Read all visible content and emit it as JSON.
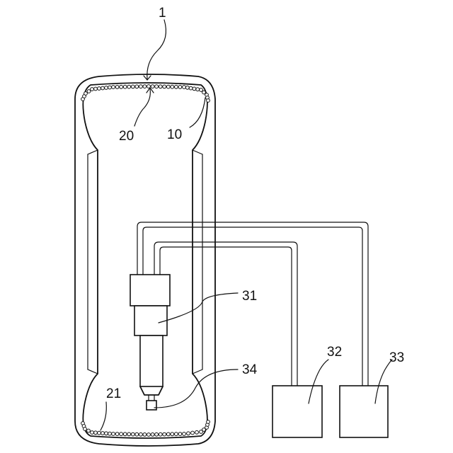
{
  "labels": {
    "tire_assembly": "1",
    "tire_inner_surface": "10",
    "upper_bead_chain": "20",
    "lower_bead_chain": "21",
    "device_31": "31",
    "unit_32": "32",
    "unit_33": "33",
    "nozzle_34": "34"
  }
}
